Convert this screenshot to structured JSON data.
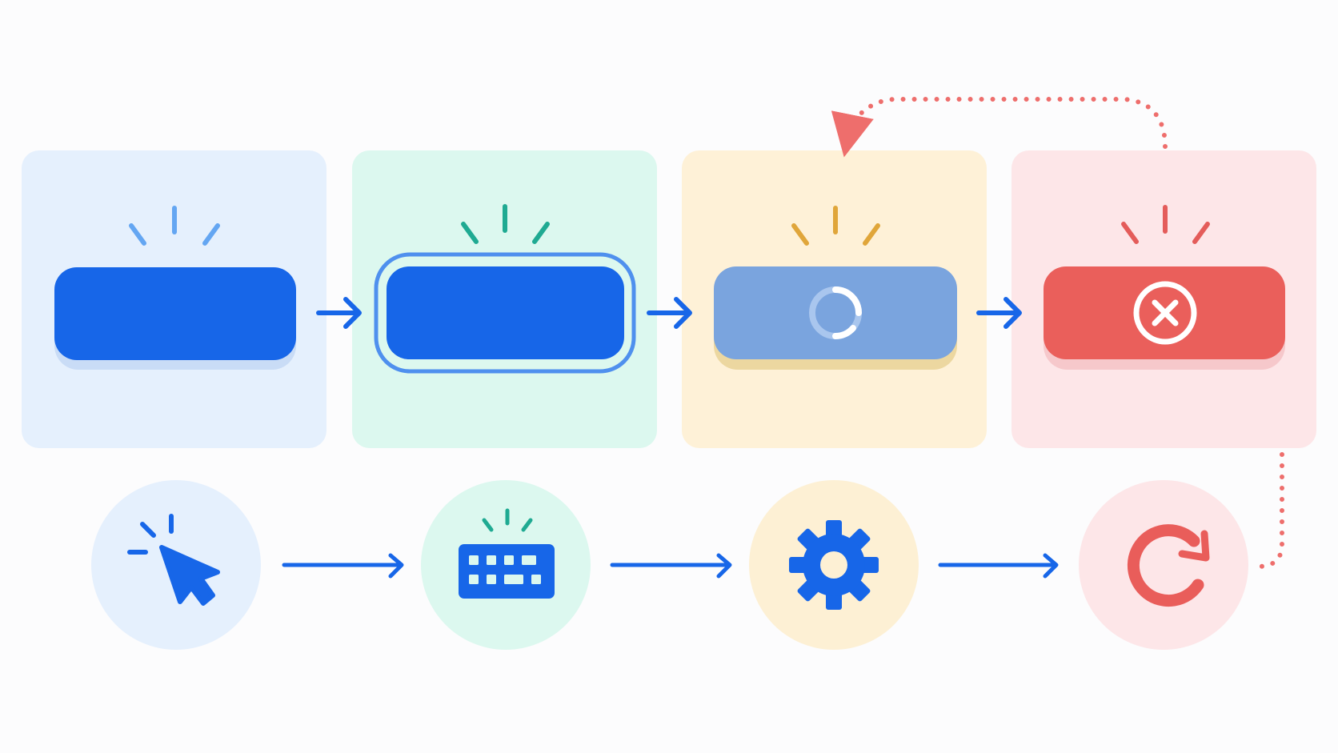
{
  "colors": {
    "page_bg": "#fcfcfd",
    "primary": "#1766e8",
    "loading_button": "#7aa4de",
    "error_button": "#ea5f5b",
    "error_stroke": "#e95d5a",
    "panel_default": "#e5f0fd",
    "panel_focus": "#dcf8ef",
    "panel_loading": "#fef1d7",
    "panel_error": "#fde6e8",
    "spark_default": "#64a6f2",
    "spark_focus": "#1faa92",
    "spark_loading": "#e0a63a",
    "spark_error": "#e45c5a",
    "shadow_default": "#c9dcf6",
    "shadow_loading": "#ecd7a0",
    "shadow_error": "#f6c8cb",
    "circle_click": "#e5f0fd",
    "circle_keyboard": "#dcf8ef",
    "circle_process": "#fdf0d4",
    "circle_retry": "#fde6e8"
  },
  "states": [
    {
      "id": "default",
      "icon": null
    },
    {
      "id": "focus",
      "icon": null
    },
    {
      "id": "loading",
      "icon": "spinner-icon"
    },
    {
      "id": "error",
      "icon": "x-circle-icon"
    }
  ],
  "triggers": [
    {
      "id": "click",
      "icon": "cursor-click-icon"
    },
    {
      "id": "keyboard",
      "icon": "keyboard-icon"
    },
    {
      "id": "process",
      "icon": "gear-icon"
    },
    {
      "id": "retry",
      "icon": "retry-icon"
    }
  ],
  "connectors": [
    {
      "id": "error-to-loading",
      "style": "dotted",
      "color": "#ee6e6c"
    },
    {
      "id": "error-to-retry",
      "style": "dotted",
      "color": "#ee6e6c"
    }
  ]
}
